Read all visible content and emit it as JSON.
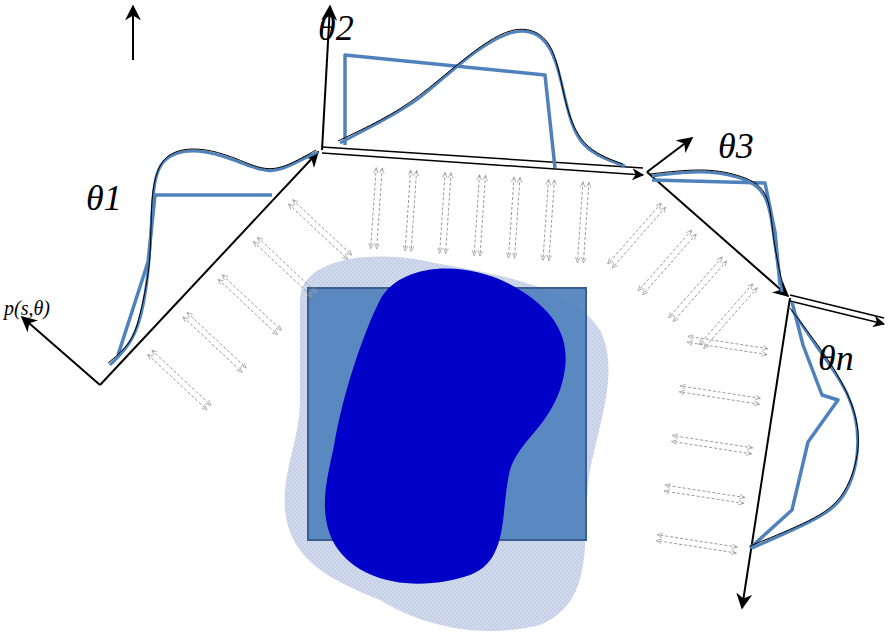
{
  "diagram": {
    "labels": [
      "θ1",
      "θ2",
      "θ3",
      "θn",
      "p(s,θ)"
    ]
  }
}
